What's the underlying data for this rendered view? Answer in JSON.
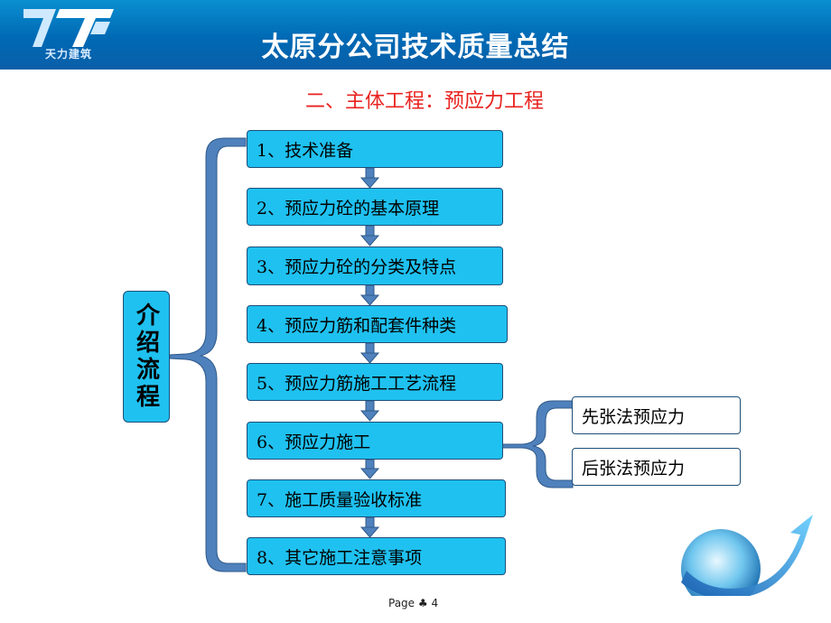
{
  "header": {
    "title": "太原分公司技术质量总结",
    "logo_text": "天力建筑"
  },
  "subtitle": "二、主体工程：预应力工程",
  "intro_label": "介绍流程",
  "steps": [
    "1、技术准备",
    "2、预应力砼的基本原理",
    "3、预应力砼的分类及特点",
    "4、预应力筋和配套件种类",
    "5、预应力筋施工工艺流程",
    "6、预应力施工",
    "7、施工质量验收标准",
    "8、其它施工注意事项"
  ],
  "branches": [
    "先张法预应力",
    "后张法预应力"
  ],
  "footer": {
    "page_label": "Page ♣ 4"
  },
  "colors": {
    "header_blue": "#0069b4",
    "box_fill": "#1fc1f0",
    "bracket_fill": "#4f81bd",
    "subtitle_red": "#e8231f"
  }
}
